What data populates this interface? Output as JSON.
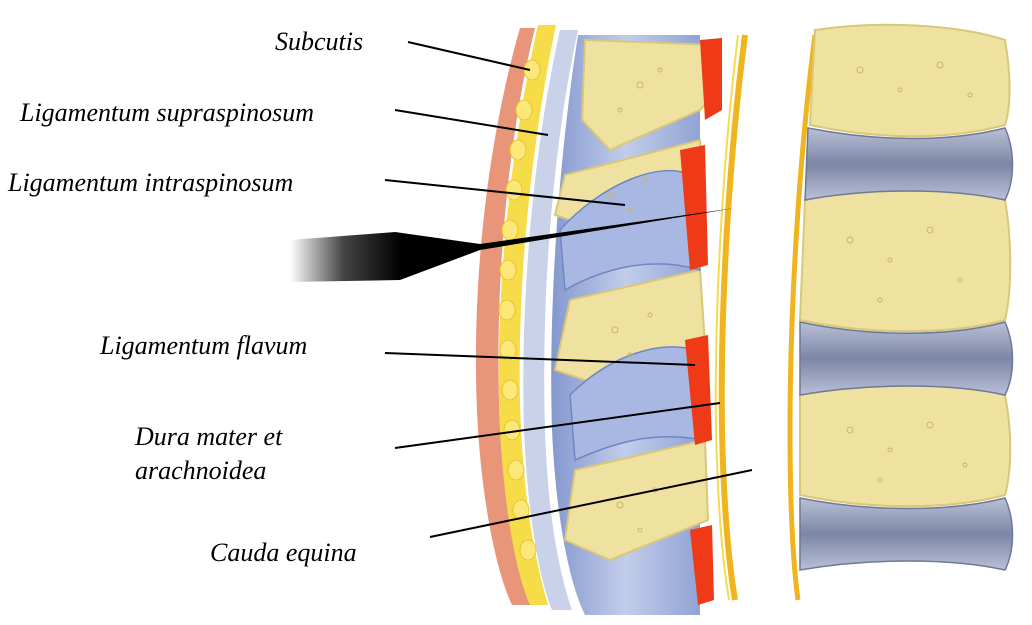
{
  "labels": {
    "subcutis": "Subcutis",
    "supraspinosum": "Ligamentum supraspinosum",
    "intraspinosum": "Ligamentum intraspinosum",
    "flavum": "Ligamentum flavum",
    "dura_line1": "Dura mater et",
    "dura_line2": "arachnoidea",
    "cauda": "Cauda equina"
  },
  "colors": {
    "skin": "#e9957a",
    "fat": "#f7dc4a",
    "fascia": "#c9d2e8",
    "muscle_blue": "#8fa3d6",
    "bone": "#efe2a0",
    "bone_edge": "#d8c877",
    "disc": "#8a94b3",
    "flavum": "#ee3a16",
    "dura": "#f0b41e",
    "needle": "#000000",
    "line": "#000000"
  }
}
